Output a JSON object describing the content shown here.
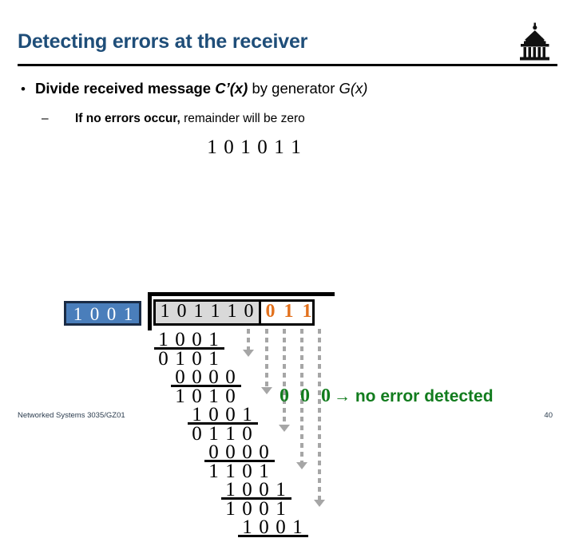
{
  "slide": {
    "title": "Detecting errors at the receiver",
    "logo_icon": "university-dome-crest-icon",
    "accent_color": "#1F4E79"
  },
  "bullets": {
    "level1": {
      "marker": "•",
      "part1": "Divide received message ",
      "emph1": "C’(x)",
      "part2": " by generator ",
      "emph2": "G(x)"
    },
    "level2": {
      "marker": "–",
      "bold": "If no errors occur,",
      "rest": " remainder will be zero"
    }
  },
  "division": {
    "quotient": [
      "1",
      "0",
      "1",
      "0",
      "1",
      "1"
    ],
    "divisor": [
      "1",
      "0",
      "0",
      "1"
    ],
    "divisor_fill": "#4A7EBB",
    "divisor_text": "#FFFFFF",
    "dividend_message": [
      "1",
      "0",
      "1",
      "1",
      "1",
      "0"
    ],
    "dividend_crc": [
      "0",
      "1",
      "1"
    ],
    "crc_color": "#E2711D",
    "message_highlight": "#D9D9D9",
    "steps": [
      {
        "digits": [
          "1",
          "0",
          "0",
          "1"
        ],
        "rule": true
      },
      {
        "digits": [
          "0",
          "1",
          "0",
          "1"
        ],
        "rule": false
      },
      {
        "digits": [
          "0",
          "0",
          "0",
          "0"
        ],
        "rule": true
      },
      {
        "digits": [
          "1",
          "0",
          "1",
          "0"
        ],
        "rule": false
      },
      {
        "digits": [
          "1",
          "0",
          "0",
          "1"
        ],
        "rule": true
      },
      {
        "digits": [
          "0",
          "1",
          "1",
          "0"
        ],
        "rule": false
      },
      {
        "digits": [
          "0",
          "0",
          "0",
          "0"
        ],
        "rule": true
      },
      {
        "digits": [
          "1",
          "1",
          "0",
          "1"
        ],
        "rule": false
      },
      {
        "digits": [
          "1",
          "0",
          "0",
          "1"
        ],
        "rule": true
      },
      {
        "digits": [
          "1",
          "0",
          "0",
          "1"
        ],
        "rule": false
      },
      {
        "digits": [
          "1",
          "0",
          "0",
          "1"
        ],
        "rule": true
      }
    ],
    "remainder": "0 0 0",
    "conclusion_arrow": "→",
    "conclusion": "no error detected",
    "conclusion_color": "#127C1E"
  },
  "footer": {
    "course": "Networked Systems 3035/GZ01",
    "page_number": "40"
  }
}
